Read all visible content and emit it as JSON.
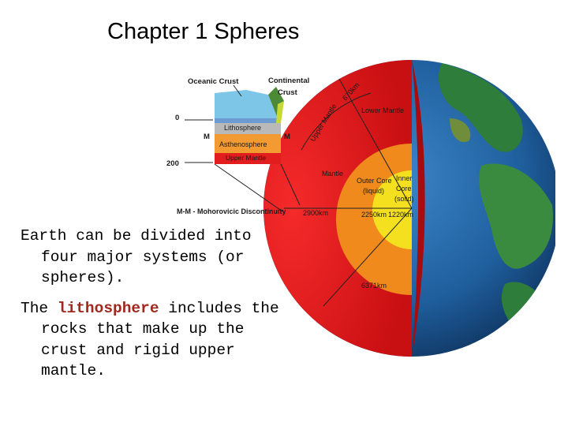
{
  "slide": {
    "title": "Chapter 1 Spheres",
    "para1": "Earth can be divided into four major systems (or spheres).",
    "para2_prefix": "The ",
    "para2_term": "lithosphere",
    "para2_suffix": " includes the rocks that make up the crust and rigid upper mantle."
  },
  "diagram": {
    "oceanic_crust": "Oceanic Crust",
    "continental_crust_1": "Continental",
    "continental_crust_2": "Crust",
    "depth_0": "0",
    "depth_200": "200",
    "moho_left": "M",
    "moho_right": "M",
    "lithosphere": "Lithosphere",
    "asthenosphere": "Asthenosphere",
    "upper_mantle_inset": "Upper Mantle",
    "moho_caption": "M-M - Mohorovicic Discontinuity",
    "upper_mantle_arc": "Upper Mantle",
    "depth_670": "670km",
    "lower_mantle": "Lower Mantle",
    "mantle": "Mantle",
    "outer_core_1": "Outer Core",
    "outer_core_2": "(liquid)",
    "inner_core_1": "Inner",
    "inner_core_2": "Core",
    "inner_core_3": "(solid)",
    "depth_2900": "2900km",
    "depth_2250": "2250km",
    "depth_1220": "1220km",
    "radius_6371": "6371km",
    "colors": {
      "ocean": "#1f5f9e",
      "land": "#2e7d3a",
      "crust_red": "#ee1c1c",
      "outer_core": "#f08a1c",
      "inner_core": "#f5e020",
      "lithosphere": "#b9b9b9",
      "asthenosphere": "#f39a32",
      "highlight_term": "#a0281e"
    }
  }
}
